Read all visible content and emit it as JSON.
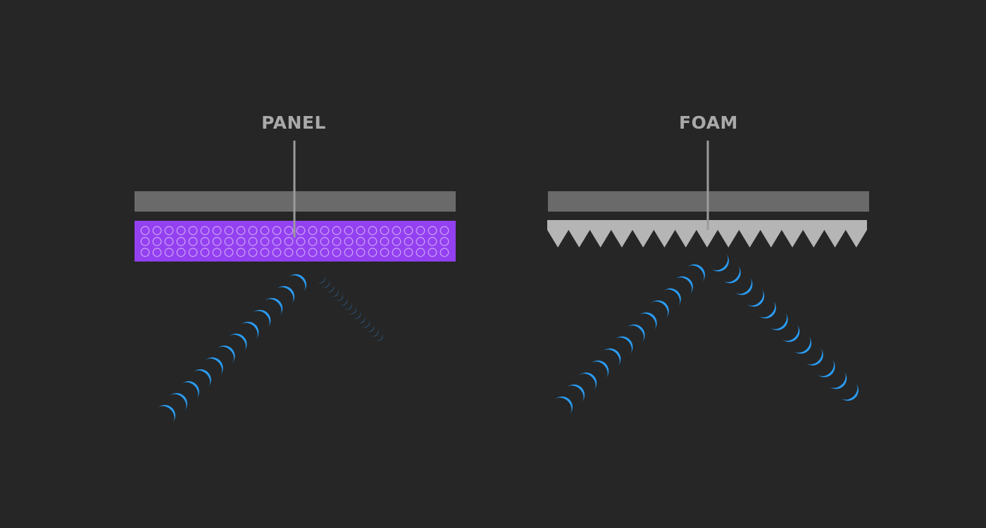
{
  "diagram": {
    "panel": {
      "label": "PANEL",
      "color": "#9340f0",
      "hole_color": "#c99af7",
      "reflection": "weak"
    },
    "foam": {
      "label": "FOAM",
      "color": "#b5b5b5",
      "reflection": "strong"
    },
    "wall_color": "#6a6a6a",
    "wave_color": "#2b9cf2",
    "wave_faint_color": "#2a4a66"
  }
}
